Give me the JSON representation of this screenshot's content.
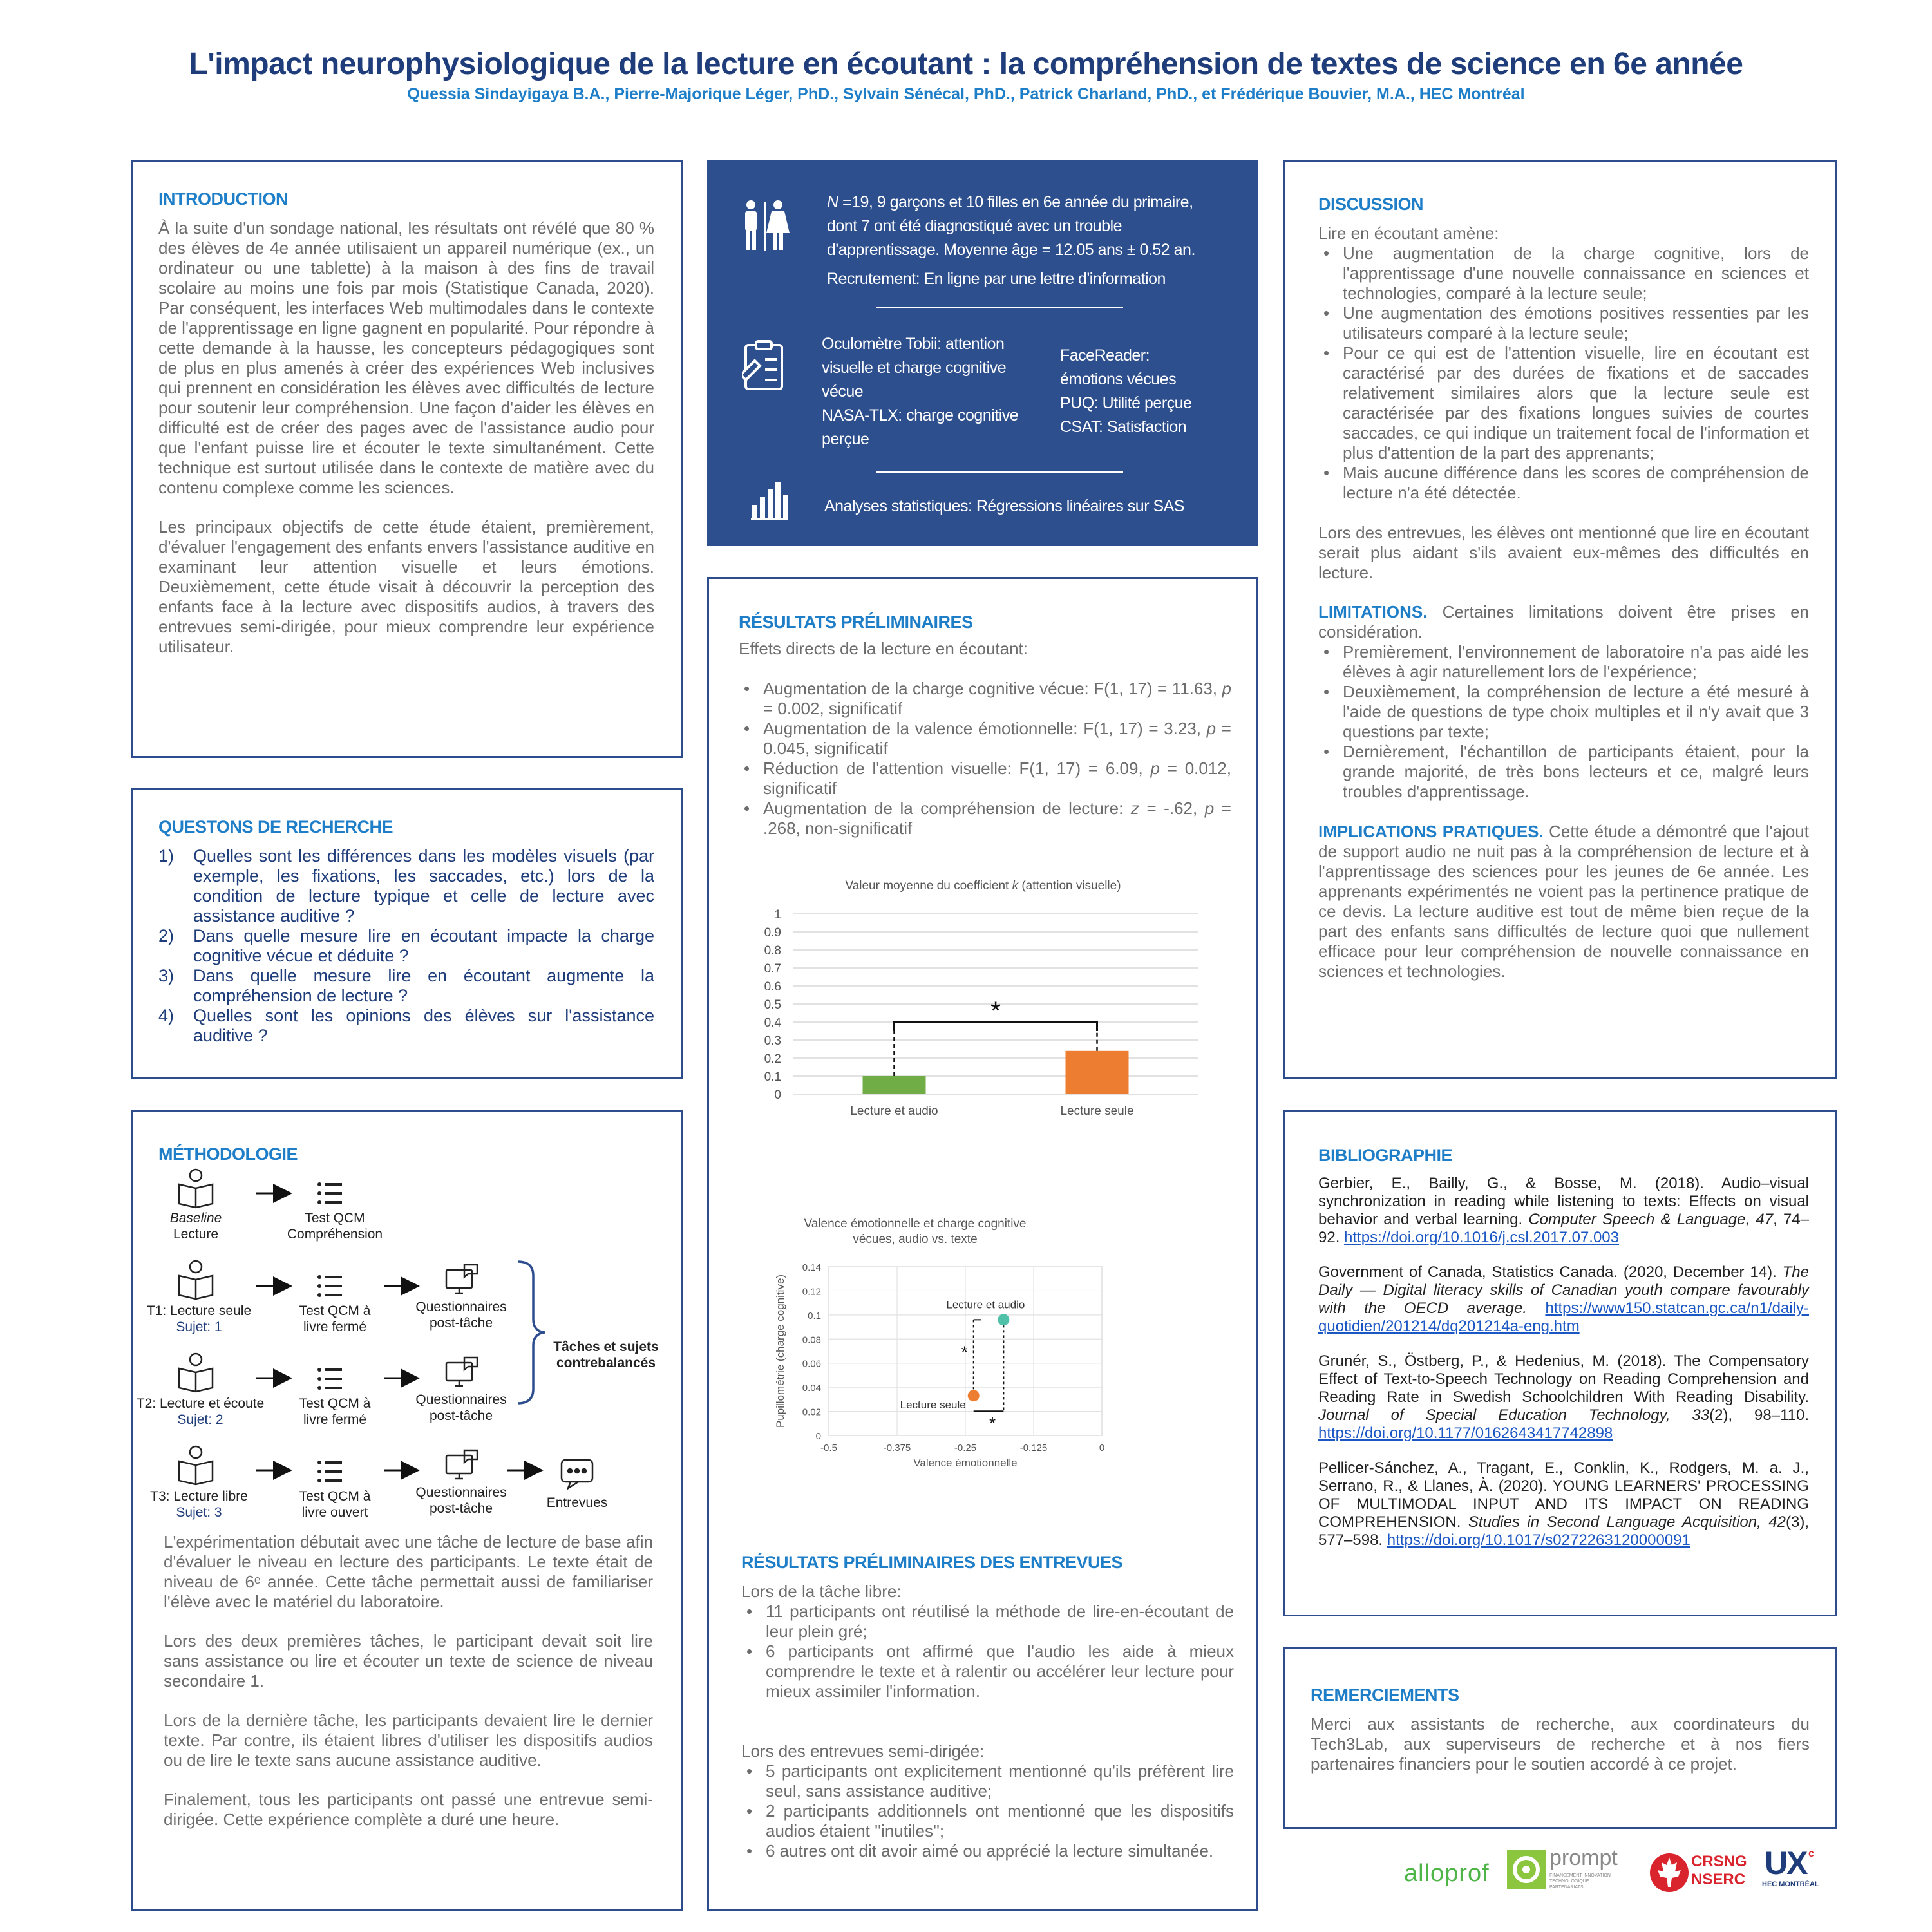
{
  "header": {
    "title": "L'impact neurophysiologique de la lecture en écoutant : la compréhension de textes de science en 6e année",
    "authors": "Quessia Sindayigaya B.A., Pierre-Majorique Léger, PhD., Sylvain Sénécal, PhD., Patrick Charland, PhD., et Frédérique Bouvier, M.A., HEC Montréal"
  },
  "introduction": {
    "heading": "INTRODUCTION",
    "p1": "À la suite d'un sondage national, les résultats ont révélé que 80 % des élèves de 4e année utilisaient un appareil numérique (ex., un ordinateur ou une tablette) à la maison à des fins de travail scolaire au moins une fois par mois (Statistique Canada, 2020). Par conséquent, les interfaces Web multimodales dans le contexte de l'apprentissage en ligne gagnent en popularité. Pour répondre à cette demande à la hausse, les concepteurs pédagogiques sont de plus en plus amenés à créer des expériences Web inclusives qui prennent en considération les élèves avec difficultés de lecture pour soutenir leur compréhension. Une façon d'aider les élèves en difficulté est de créer des pages avec de l'assistance audio pour que l'enfant puisse lire et écouter le texte simultanément. Cette technique est surtout utilisée dans le contexte de matière avec du contenu complexe comme les sciences.",
    "p2": "Les principaux objectifs de cette étude étaient, premièrement, d'évaluer l'engagement des enfants envers l'assistance auditive en examinant leur attention visuelle et leurs émotions. Deuxièmement, cette étude visait à découvrir la perception des enfants face à la lecture avec dispositifs audios, à travers des entrevues semi-dirigée, pour mieux comprendre leur expérience utilisateur."
  },
  "questions": {
    "heading": "QUESTONS DE RECHERCHE",
    "items": [
      {
        "n": "1)",
        "text": "Quelles sont les différences dans les modèles visuels (par exemple, les fixations, les saccades, etc.) lors de la condition de lecture typique et celle de lecture avec assistance auditive ?"
      },
      {
        "n": "2)",
        "text": "Dans quelle mesure lire en écoutant impacte la charge cognitive vécue et déduite ?"
      },
      {
        "n": "3)",
        "text": "Dans quelle mesure lire en écoutant augmente la compréhension de lecture ?"
      },
      {
        "n": "4)",
        "text": "Quelles sont les opinions des élèves sur l'assistance auditive ?"
      }
    ]
  },
  "methodology": {
    "heading": "MÉTHODOLOGIE",
    "baseline_1": "Baseline",
    "baseline_2": "Lecture",
    "test_comp_1": "Test QCM",
    "test_comp_2": "Compréhension",
    "t1": "T1: Lecture seule",
    "t1_sub": "Sujet: 1",
    "t2": "T2: Lecture et écoute",
    "t2_sub": "Sujet: 2",
    "t3": "T3: Lecture libre",
    "t3_sub": "Sujet: 3",
    "qcm_ferme_1": "Test QCM à",
    "qcm_ferme_2": "livre fermé",
    "qcm_ouvert_1": "Test QCM à",
    "qcm_ouvert_2": "livre ouvert",
    "quest_1": "Questionnaires",
    "quest_2": "post-tâche",
    "entrevues": "Entrevues",
    "brace_1": "Tâches et sujets",
    "brace_2": "contrebalancés",
    "p1": "L'expérimentation débutait avec une tâche de lecture de base afin d'évaluer le niveau en lecture des participants. Le texte était de niveau de 6ᵉ année. Cette tâche permettait aussi de familiariser l'élève avec le matériel du laboratoire.",
    "p2": "Lors des deux premières tâches, le participant devait soit lire sans assistance ou lire et écouter un texte de science de niveau secondaire 1.",
    "p3": "Lors de la dernière tâche, les participants devaient lire le dernier texte. Par contre, ils étaient libres d'utiliser les dispositifs audios ou de lire le texte sans aucune assistance auditive.",
    "p4": "Finalement, tous les participants ont passé une entrevue semi-dirigée. Cette expérience complète a duré une heure."
  },
  "participants": {
    "n_italic": "N",
    "line1": " =19, 9 garçons et 10 filles en 6e année du primaire,",
    "line2": "dont 7 ont été diagnostiqué avec un trouble",
    "line3": "d'apprentissage. Moyenne âge = 12.05 ans ± 0.52 an.",
    "recrutement": "Recrutement: En ligne par une lettre d'information",
    "tobii_1": "Oculomètre Tobii: attention",
    "tobii_2": "visuelle et charge cognitive",
    "tobii_3": "vécue",
    "nasa_1": "NASA-TLX: charge cognitive",
    "nasa_2": "perçue",
    "face_1": "FaceReader:",
    "face_2": "émotions vécues",
    "puq": "PUQ: Utilité perçue",
    "csat": "CSAT: Satisfaction",
    "analyses": "Analyses statistiques: Régressions linéaires sur SAS"
  },
  "results": {
    "heading": "RÉSULTATS PRÉLIMINAIRES",
    "intro": "Effets directs de la lecture en écoutant:",
    "items": [
      [
        "Augmentation de la charge cognitive vécue: F(1, 17) = 11.63, ",
        "p",
        " = 0.002, significatif"
      ],
      [
        "Augmentation de la valence émotionnelle: F(1, 17) = 3.23, ",
        "p",
        " = 0.045, significatif"
      ],
      [
        "Réduction de l'attention visuelle: F(1, 17) = 6.09, ",
        "p",
        " = 0.012, significatif"
      ],
      [
        "Augmentation de la compréhension de lecture: ",
        "z",
        " = -.62, ",
        "p",
        " = .268, non-significatif"
      ]
    ]
  },
  "chart_data": [
    {
      "type": "bar",
      "title": "Valeur moyenne du coefficient k (attention visuelle)",
      "title_pre": "Valeur moyenne du coefficient ",
      "title_k": "k",
      "title_post": " (attention visuelle)",
      "categories": [
        "Lecture et audio",
        "Lecture seule"
      ],
      "values": [
        0.1,
        0.24
      ],
      "colors": [
        "#70ad47",
        "#ed7d31"
      ],
      "ylim": [
        0,
        1
      ],
      "yticks": [
        "0",
        "0.1",
        "0.2",
        "0.3",
        "0.4",
        "0.5",
        "0.6",
        "0.7",
        "0.8",
        "0.9",
        "1"
      ],
      "annotation": "*",
      "grid": true
    },
    {
      "type": "scatter",
      "title_1": "Valence émotionnelle et charge cognitive",
      "title_2": "vécues, audio vs. texte",
      "xlabel": "Valence émotionnelle",
      "ylabel": "Pupillométrie (charge cognitive)",
      "xlim": [
        -0.5,
        0
      ],
      "ylim": [
        0,
        0.14
      ],
      "xticks": [
        "-0.5",
        "-0.375",
        "-0.25",
        "-0.125",
        "0"
      ],
      "yticks": [
        "0",
        "0.02",
        "0.04",
        "0.06",
        "0.08",
        "0.1",
        "0.12",
        "0.14"
      ],
      "points": [
        {
          "label": "Lecture et audio",
          "x": -0.18,
          "y": 0.096,
          "color": "#4fc1a8"
        },
        {
          "label": "Lecture seule",
          "x": -0.235,
          "y": 0.033,
          "color": "#ed7d31"
        }
      ],
      "annotation": "*",
      "grid": true
    }
  ],
  "interviews": {
    "heading": "RÉSULTATS PRÉLIMINAIRES DES ENTREVUES",
    "intro1": "Lors de la tâche libre:",
    "list1": [
      "11 participants ont réutilisé la méthode de lire-en-écoutant de leur plein gré;",
      "6 participants ont affirmé que l'audio les aide à mieux comprendre le texte et à ralentir ou accélérer leur lecture pour mieux assimiler l'information."
    ],
    "intro2": "Lors des entrevues semi-dirigée:",
    "list2": [
      "5 participants ont explicitement mentionné qu'ils préfèrent lire seul, sans assistance auditive;",
      "2 participants additionnels ont mentionné que les dispositifs audios étaient ''inutiles'';",
      "6 autres ont dit avoir aimé ou apprécié la lecture simultanée."
    ]
  },
  "discussion": {
    "heading": "DISCUSSION",
    "intro": "Lire en écoutant amène:",
    "items": [
      "Une augmentation de la charge cognitive, lors de l'apprentissage d'une nouvelle connaissance en sciences et technologies, comparé à la lecture seule;",
      "Une augmentation des émotions positives ressenties par les utilisateurs comparé à la lecture seule;",
      "Pour ce qui est de l'attention visuelle, lire en écoutant est caractérisé par des durées de fixations et de saccades relativement similaires alors que la lecture seule est caractérisée par des fixations longues suivies de courtes saccades, ce qui indique un traitement focal de l'information et plus d'attention de la part des apprenants;",
      "Mais aucune différence dans les scores de compréhension de lecture n'a été détectée."
    ],
    "p2": "Lors des entrevues, les élèves ont mentionné que lire en écoutant serait plus aidant s'ils avaient eux-mêmes des difficultés en lecture.",
    "limitations_label": "LIMITATIONS.",
    "limitations_text": " Certaines limitations doivent être prises en considération.",
    "limitations": [
      "Premièrement, l'environnement de laboratoire n'a pas aidé les élèves à agir naturellement lors de l'expérience;",
      "Deuxièmement, la compréhension de lecture a été mesuré à l'aide de questions de type choix multiples et il n'y avait que 3 questions par texte;",
      "Dernièrement, l'échantillon de participants étaient, pour la grande majorité, de très bons lecteurs et ce, malgré leurs troubles d'apprentissage."
    ],
    "implications_label": "IMPLICATIONS PRATIQUES.",
    "implications_text": " Cette étude a démontré que l'ajout de support audio ne nuit pas à la compréhension de lecture et à l'apprentissage des sciences pour les jeunes de 6e année. Les apprenants expérimentés ne voient pas la pertinence pratique de ce devis. La lecture auditive est tout de même bien reçue de la part des enfants sans difficultés de lecture quoi que nullement efficace pour leur compréhension de nouvelle connaissance en sciences et technologies."
  },
  "bibliography": {
    "heading": "BIBLIOGRAPHIE",
    "r1_a": "Gerbier, E., Bailly, G., & Bosse, M. (2018). Audio–visual synchronization in reading while listening to texts: Effects on visual behavior and verbal learning. ",
    "r1_i": "Computer Speech & Language, 47",
    "r1_b": ", 74–92. ",
    "r1_link": "https://doi.org/10.1016/j.csl.2017.07.003",
    "r2_a": "Government of Canada, Statistics Canada. (2020, December 14). ",
    "r2_i": "The Daily — Digital literacy skills of Canadian youth compare favourably with the OECD average.",
    "r2_b": " ",
    "r2_link": "https://www150.statcan.gc.ca/n1/daily-quotidien/201214/dq201214a-eng.htm",
    "r3_a": "Grunér, S., Östberg, P., & Hedenius, M. (2018). The Compensatory Effect of Text-to-Speech Technology on Reading Comprehension and Reading Rate in Swedish Schoolchildren With Reading Disability. ",
    "r3_i": "Journal of Special Education Technology, 33",
    "r3_b": "(2), 98–110. ",
    "r3_link": "https://doi.org/10.1177/0162643417742898",
    "r4_a": "Pellicer-Sánchez, A., Tragant, E., Conklin, K., Rodgers, M. a. J., Serrano, R., & Llanes, À. (2020). YOUNG LEARNERS' PROCESSING OF MULTIMODAL INPUT AND ITS IMPACT ON READING COMPREHENSION. ",
    "r4_i": "Studies in Second Language Acquisition, 42",
    "r4_b": "(3), 577–598. ",
    "r4_link": "https://doi.org/10.1017/s0272263120000091"
  },
  "thanks": {
    "heading": "REMERCIEMENTS",
    "text": "Merci aux assistants de recherche, aux coordinateurs du Tech3Lab, aux superviseurs de recherche et à nos fiers partenaires financiers pour le soutien accordé à ce projet."
  },
  "logos": {
    "alloprof": "alloprof",
    "prompt": "prompt",
    "prompt_sub": "FINANCEMENT INNOVATION TECHNOLOGIQUE PARTENARIATS",
    "crsng": "CRSNG",
    "nserc": "NSERC",
    "ux": "UX",
    "hec": "HEC MONTRÉAL"
  }
}
